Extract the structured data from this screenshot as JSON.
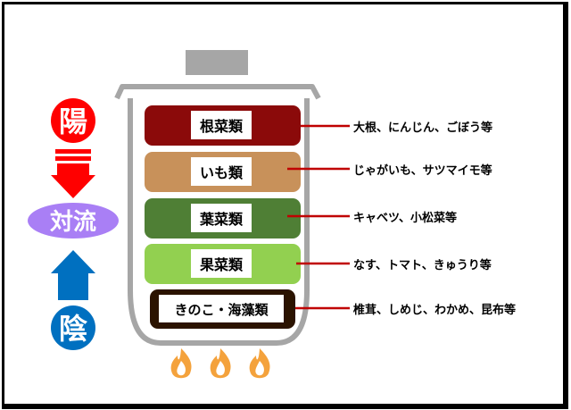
{
  "yang_label": "陽",
  "convection_label": "対流",
  "yin_label": "陰",
  "layers": [
    {
      "label": "根菜類",
      "note": "大根、にんじん、ごぼう等",
      "color": "#8b0a0a"
    },
    {
      "label": "いも類",
      "note": "じゃがいも、サツマイモ等",
      "color": "#c8915a"
    },
    {
      "label": "葉菜類",
      "note": "キャベツ、小松菜等",
      "color": "#4f7f35"
    },
    {
      "label": "果菜類",
      "note": "なす、トマト、きゅうり等",
      "color": "#92d050"
    },
    {
      "label": "きのこ・海藻類",
      "note": "椎茸、しめじ、わかめ、昆布等",
      "color": "#2b1300"
    }
  ],
  "colors": {
    "yang": "#ff0000",
    "yin": "#0070c0",
    "convection": "#a97ff5",
    "pot": "#a6a6a6",
    "leader_line": "#c00000",
    "flame": "#f4a23c"
  },
  "icons": [
    "red-down-arrow-icon",
    "blue-up-arrow-icon",
    "flame-icon"
  ]
}
